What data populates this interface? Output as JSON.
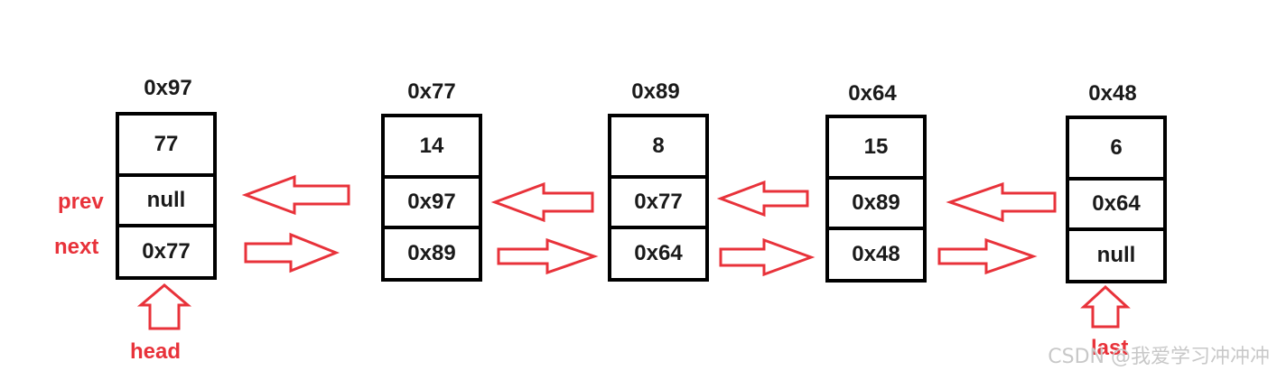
{
  "colors": {
    "accent": "#e8323a",
    "box_border": "#000000",
    "text": "#1a1a1a"
  },
  "nodes": [
    {
      "address": "0x97",
      "value": "77",
      "prev": "null",
      "next": "0x77"
    },
    {
      "address": "0x77",
      "value": "14",
      "prev": "0x97",
      "next": "0x89"
    },
    {
      "address": "0x89",
      "value": "8",
      "prev": "0x77",
      "next": "0x64"
    },
    {
      "address": "0x64",
      "value": "15",
      "prev": "0x89",
      "next": "0x48"
    },
    {
      "address": "0x48",
      "value": "6",
      "prev": "0x64",
      "next": "null"
    }
  ],
  "labels": {
    "prev": "prev",
    "next": "next"
  },
  "pointers": {
    "head": "head",
    "last": "last"
  },
  "watermark": "CSDN @我爱学习冲冲冲"
}
